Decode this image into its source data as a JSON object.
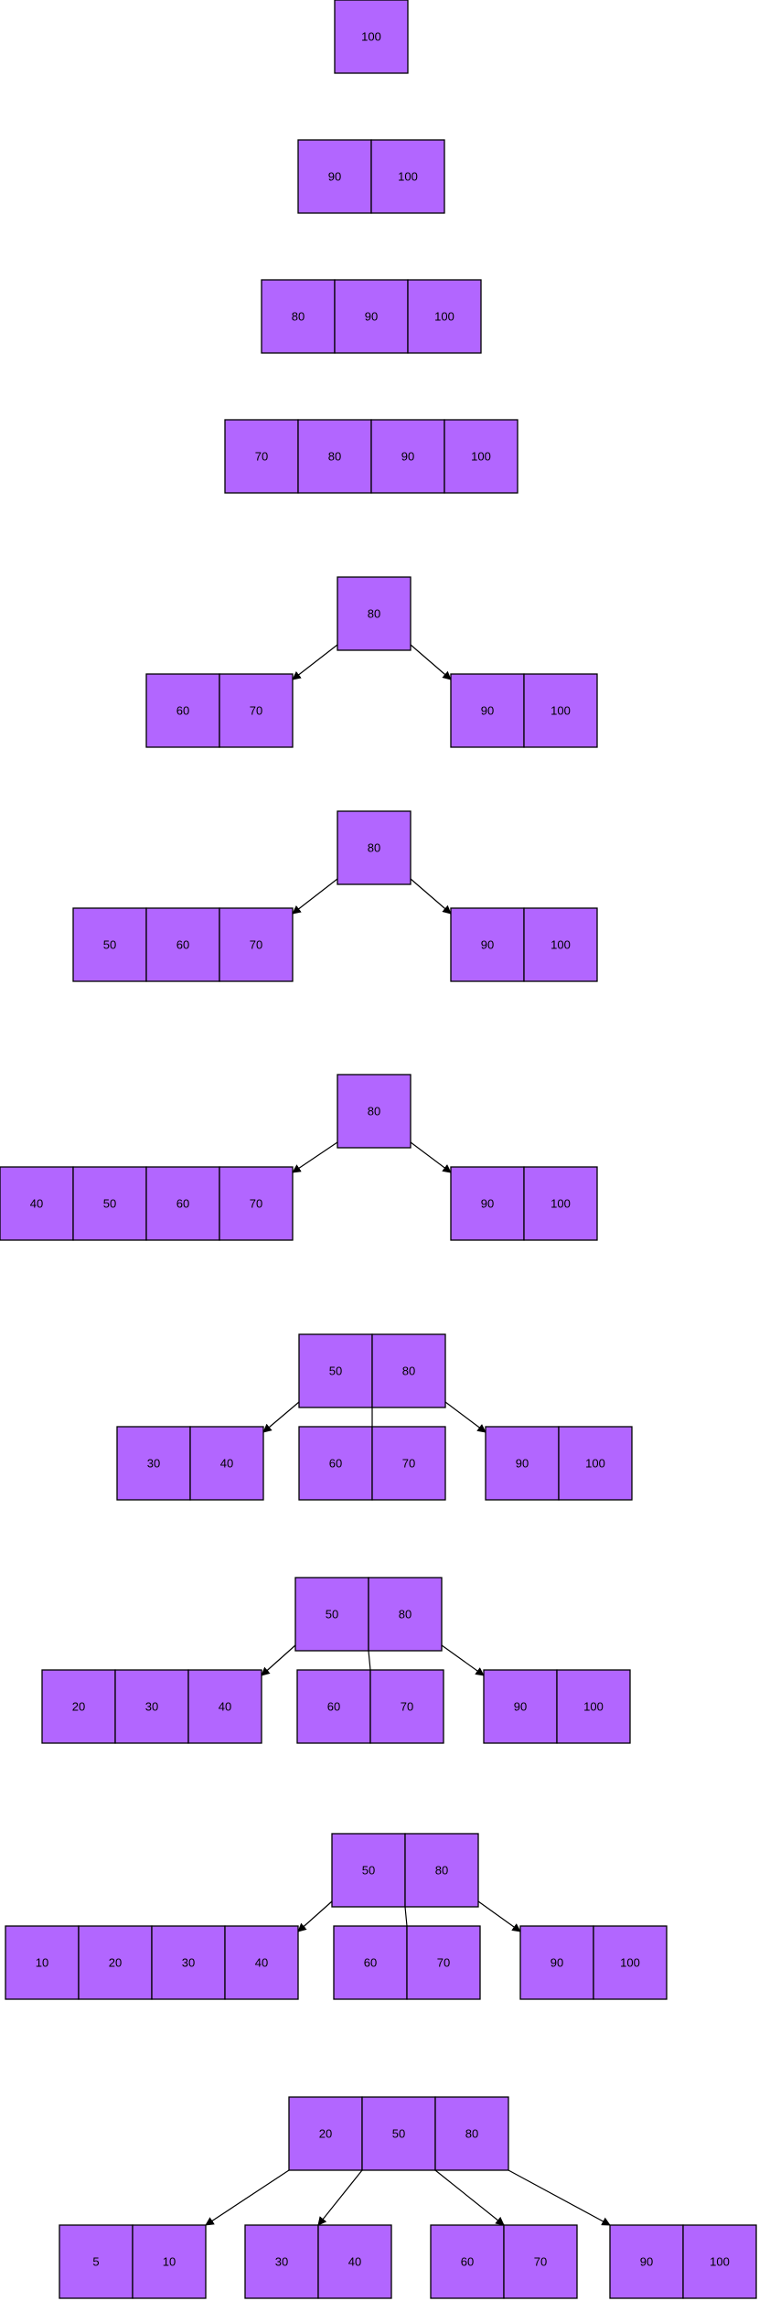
{
  "colors": {
    "cell_fill": "#b266ff",
    "cell_stroke": "#000000",
    "edge": "#000000",
    "background": "#ffffff"
  },
  "steps": [
    {
      "root": [
        "100"
      ],
      "children": []
    },
    {
      "root": [
        "90",
        "100"
      ],
      "children": []
    },
    {
      "root": [
        "80",
        "90",
        "100"
      ],
      "children": []
    },
    {
      "root": [
        "70",
        "80",
        "90",
        "100"
      ],
      "children": []
    },
    {
      "root": [
        "80"
      ],
      "children": [
        [
          "60",
          "70"
        ],
        [
          "90",
          "100"
        ]
      ]
    },
    {
      "root": [
        "80"
      ],
      "children": [
        [
          "50",
          "60",
          "70"
        ],
        [
          "90",
          "100"
        ]
      ]
    },
    {
      "root": [
        "80"
      ],
      "children": [
        [
          "40",
          "50",
          "60",
          "70"
        ],
        [
          "90",
          "100"
        ]
      ]
    },
    {
      "root": [
        "50",
        "80"
      ],
      "children": [
        [
          "30",
          "40"
        ],
        [
          "60",
          "70"
        ],
        [
          "90",
          "100"
        ]
      ]
    },
    {
      "root": [
        "50",
        "80"
      ],
      "children": [
        [
          "20",
          "30",
          "40"
        ],
        [
          "60",
          "70"
        ],
        [
          "90",
          "100"
        ]
      ]
    },
    {
      "root": [
        "50",
        "80"
      ],
      "children": [
        [
          "10",
          "20",
          "30",
          "40"
        ],
        [
          "60",
          "70"
        ],
        [
          "90",
          "100"
        ]
      ]
    },
    {
      "root": [
        "20",
        "50",
        "80"
      ],
      "children": [
        [
          "5",
          "10"
        ],
        [
          "30",
          "40"
        ],
        [
          "60",
          "70"
        ],
        [
          "90",
          "100"
        ]
      ]
    }
  ]
}
